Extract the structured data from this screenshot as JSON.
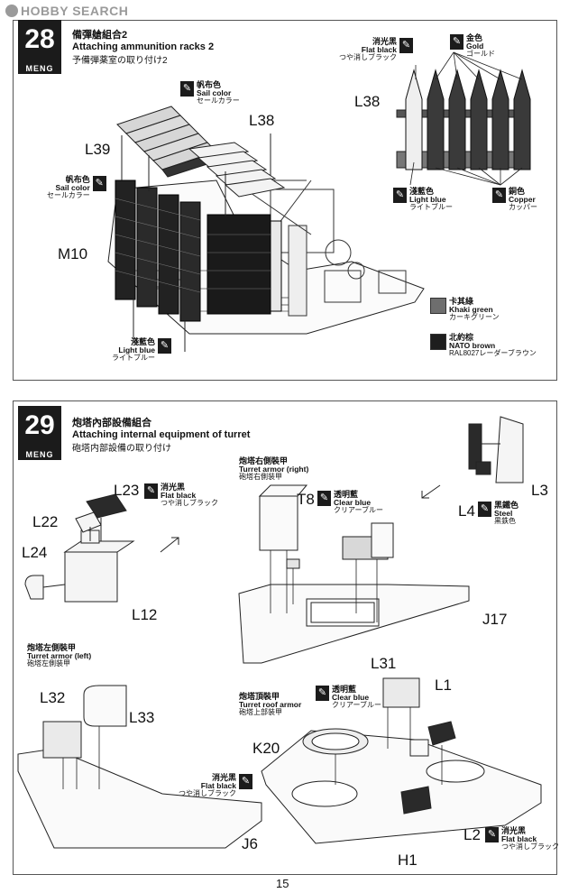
{
  "watermark": "HOBBY SEARCH",
  "page_number": "15",
  "brand": "MENG",
  "step28": {
    "number": "28",
    "title_cn": "備彈艙組合2",
    "title_en": "Attaching ammunition racks 2",
    "title_jp": "予備弾薬室の取り付け2",
    "labels": {
      "l39": "L39",
      "l38_main": "L38",
      "m10": "M10",
      "l38_inset": "L38"
    },
    "paints": {
      "sail_top": {
        "cn": "帆布色",
        "en": "Sail color",
        "jp": "セールカラー"
      },
      "sail_left": {
        "cn": "帆布色",
        "en": "Sail color",
        "jp": "セールカラー"
      },
      "light_blue_bottom": {
        "cn": "淺藍色",
        "en": "Light blue",
        "jp": "ライトブルー"
      },
      "flat_black": {
        "cn": "消光黑",
        "en": "Flat black",
        "jp": "つや消しブラック"
      },
      "gold": {
        "cn": "金色",
        "en": "Gold",
        "jp": "ゴールド"
      },
      "light_blue_inset": {
        "cn": "淺藍色",
        "en": "Light blue",
        "jp": "ライトブルー"
      },
      "copper": {
        "cn": "銅色",
        "en": "Copper",
        "jp": "カッパー"
      }
    },
    "legend": [
      {
        "cn": "卡其綠",
        "en": "Khaki green",
        "jp": "カーキグリーン",
        "color": "#6e6e6e"
      },
      {
        "cn": "北約棕",
        "en": "NATO brown",
        "jp": "RAL8027レーダーブラウン",
        "color": "#1e1e1e"
      }
    ]
  },
  "step29": {
    "number": "29",
    "title_cn": "炮塔內部設備組合",
    "title_en": "Attaching internal equipment of turret",
    "title_jp": "砲塔内部設備の取り付け",
    "labels": {
      "l23": "L23",
      "l22": "L22",
      "l24": "L24",
      "l12": "L12",
      "t8": "T8",
      "l3": "L3",
      "l4": "L4",
      "j17": "J17",
      "l32": "L32",
      "l33": "L33",
      "j6": "J6",
      "l31": "L31",
      "l1": "L1",
      "k20": "K20",
      "l2": "L2",
      "h1": "H1"
    },
    "subtitles": {
      "turret_right": {
        "cn": "炮塔右側裝甲",
        "en": "Turret armor (right)",
        "jp": "砲塔右側装甲"
      },
      "turret_left": {
        "cn": "炮塔左側裝甲",
        "en": "Turret armor (left)",
        "jp": "砲塔左側装甲"
      },
      "turret_roof": {
        "cn": "炮塔頂裝甲",
        "en": "Turret roof armor",
        "jp": "砲塔上部装甲"
      }
    },
    "paints": {
      "flat_black_l23": {
        "cn": "消光黑",
        "en": "Flat black",
        "jp": "つや消しブラック"
      },
      "clear_blue_t8": {
        "cn": "透明藍",
        "en": "Clear blue",
        "jp": "クリアーブルー"
      },
      "steel": {
        "cn": "黑鐵色",
        "en": "Steel",
        "jp": "黒鉄色"
      },
      "clear_blue_roof": {
        "cn": "透明藍",
        "en": "Clear blue",
        "jp": "クリアーブルー"
      },
      "flat_black_k20": {
        "cn": "消光黑",
        "en": "Flat black",
        "jp": "つや消しブラック"
      },
      "flat_black_l2": {
        "cn": "消光黑",
        "en": "Flat black",
        "jp": "つや消しブラック"
      }
    }
  }
}
